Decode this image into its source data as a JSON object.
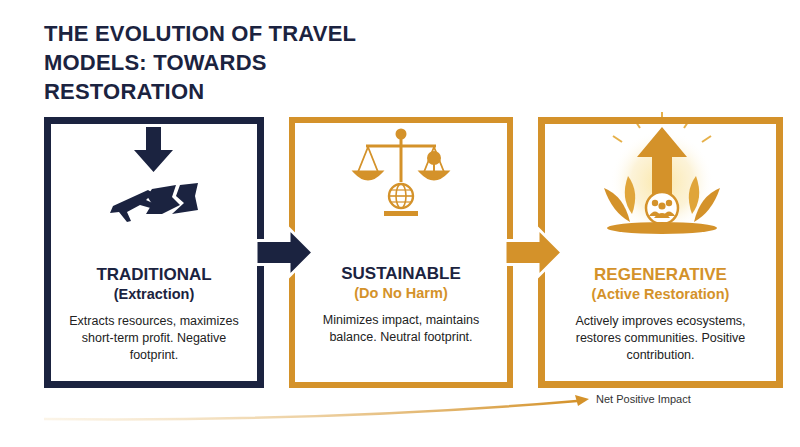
{
  "diagram": {
    "title": "THE EVOLUTION OF TRAVEL MODELS: TOWARDS RESTORATION",
    "nodes": [
      {
        "text": [
          "TRADITIONAL",
          "(Extraction)",
          "Extracts resources, maximizes short-term profit. Negative footprint."
        ]
      },
      {
        "text": [
          "SUSTAINABLE",
          "(Do No Harm)",
          "Minimizes impact, maintains balance. Neutral footprint."
        ]
      },
      {
        "text": [
          "REGENERATIVE",
          "(Active Restoration)",
          "Actively improves ecosystems, restores communities. Positive contribution."
        ]
      }
    ],
    "edges": [
      {
        "from": 0,
        "to": 1,
        "arrow": "to"
      },
      {
        "from": 1,
        "to": 2,
        "arrow": "to"
      }
    ],
    "labels": [
      "Net Positive Impact"
    ]
  }
}
